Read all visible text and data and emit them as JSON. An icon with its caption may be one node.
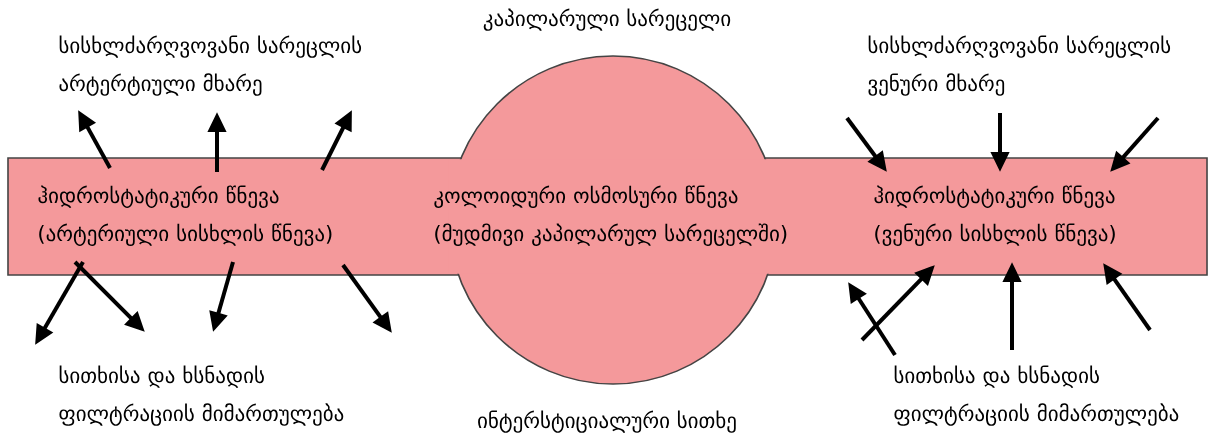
{
  "diagram": {
    "nodes": [
      {
        "text": [
          "ჰიდროსტატიკური წნევა (არტერიული სისხლის წნევა)",
          "ჰიდროსტატიკური წნევა (ვენური სისხლის წნევა)"
        ]
      },
      {
        "text": [
          "კოლოიდური ოსმოსური წნევა (მუდმივი კაპილარულ სარეცელში)"
        ]
      }
    ],
    "labels": [
      "კაპილარული სარეცელი",
      "სისხლძარღვოვანი სარეცლის არტერტიული მხარე",
      "სისხლძარღვოვანი სარეცლის ვენური მხარე",
      "სითხისა და ხსნადის ფილტრაციის მიმართულება",
      "სითხისა და ხსნადის ფილტრაციის მიმართულება",
      "ინტერსტიციალური სითხე"
    ]
  }
}
